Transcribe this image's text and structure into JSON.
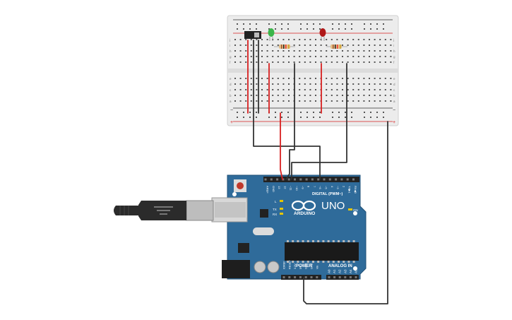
{
  "circuit": {
    "board": {
      "brand": "ARDUINO",
      "model": "UNO",
      "header_digital": "DIGITAL (PWM~)",
      "header_power": "POWER",
      "header_analog": "ANALOG IN",
      "led_on": "ON",
      "led_l": "L",
      "led_tx": "TX",
      "led_rx": "RX",
      "pins_top": [
        "AREF",
        "GND",
        "13",
        "12",
        "~11",
        "~10",
        "~9",
        "8",
        "7",
        "~6",
        "~5",
        "4",
        "~3",
        "2",
        "TX▶1",
        "RX◀0"
      ],
      "pins_power": [
        "IOREF",
        "RESET",
        "3.3V",
        "5V",
        "GND",
        "GND",
        "Vin"
      ],
      "pins_analog": [
        "A0",
        "A1",
        "A2",
        "A3",
        "A4",
        "A5"
      ]
    },
    "breadboard": {
      "row_letters_top": [
        "j",
        "i",
        "h",
        "g",
        "f"
      ],
      "row_letters_bottom": [
        "e",
        "d",
        "c",
        "b",
        "a"
      ],
      "rail_minus": "−",
      "rail_plus": "+"
    },
    "components": {
      "led_left_color": "#3cb54a",
      "led_right_color": "#b01818"
    },
    "colors": {
      "board": "#2f6b9a",
      "board_dark": "#1f4f76",
      "breadboard": "#ececec",
      "wire_red": "#d92020",
      "wire_black": "#333333",
      "usb": "#2b2b2b"
    }
  }
}
